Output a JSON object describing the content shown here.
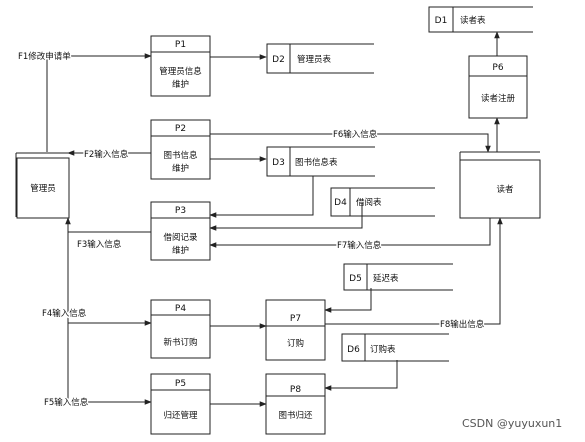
{
  "processes": {
    "p1": {
      "id": "P1",
      "line1": "管理员信息",
      "line2": "维护"
    },
    "p2": {
      "id": "P2",
      "line1": "图书信息",
      "line2": "维护"
    },
    "p3": {
      "id": "P3",
      "line1": "借阅记录",
      "line2": "维护"
    },
    "p4": {
      "id": "P4",
      "line1": "新书订购"
    },
    "p5": {
      "id": "P5",
      "line1": "归还管理"
    },
    "p6": {
      "id": "P6",
      "line1": "读者注册"
    },
    "p7": {
      "id": "P7",
      "line1": "订购"
    },
    "p8": {
      "id": "P8",
      "line1": "图书归还"
    }
  },
  "stores": {
    "d1": {
      "id": "D1",
      "name": "读者表"
    },
    "d2": {
      "id": "D2",
      "name": "管理员表"
    },
    "d3": {
      "id": "D3",
      "name": "图书信息表"
    },
    "d4": {
      "id": "D4",
      "name": "借阅表"
    },
    "d5": {
      "id": "D5",
      "name": "延迟表"
    },
    "d6": {
      "id": "D6",
      "name": "订购表"
    }
  },
  "entities": {
    "admin": "管理员",
    "reader": "读者"
  },
  "flows": {
    "f1": "F1修改申请单",
    "f2": "F2输入信息",
    "f3": "F3输入信息",
    "f4": "F4输入信息",
    "f5": "F5输入信息",
    "f6": "F6输入信息",
    "f7": "F7输入信息",
    "f8": "F8输出信息"
  },
  "watermark": "CSDN @yuyuxun1"
}
